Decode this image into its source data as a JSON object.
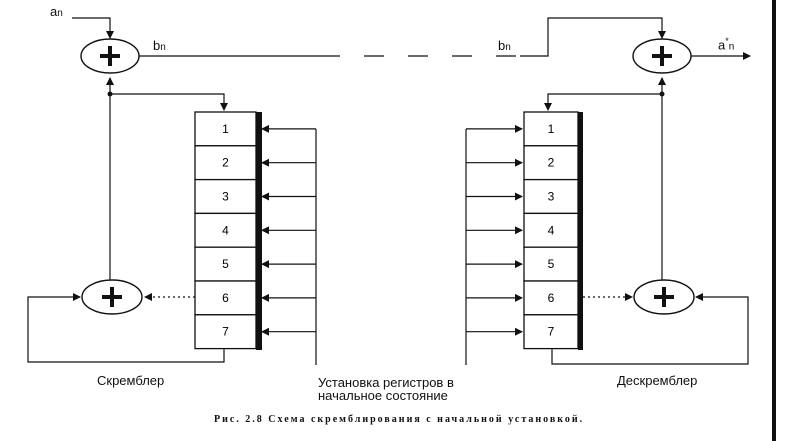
{
  "scrambler_label": "Скремблер",
  "descrambler_label": "Дескремблер",
  "init_label_line1": "Установка регистров в",
  "init_label_line2": "начальное состояние",
  "caption": "Рис. 2.8 Схема скремблирования с начальной установкой.",
  "signals": {
    "a_in": {
      "base": "a",
      "sub": "n"
    },
    "b_left": {
      "base": "b",
      "sub": "n"
    },
    "b_right": {
      "base": "b",
      "sub": "n"
    },
    "a_out": {
      "base": "a",
      "sup": "*",
      "sub": "n"
    }
  },
  "register_cells": [
    "1",
    "2",
    "3",
    "4",
    "5",
    "6",
    "7"
  ]
}
